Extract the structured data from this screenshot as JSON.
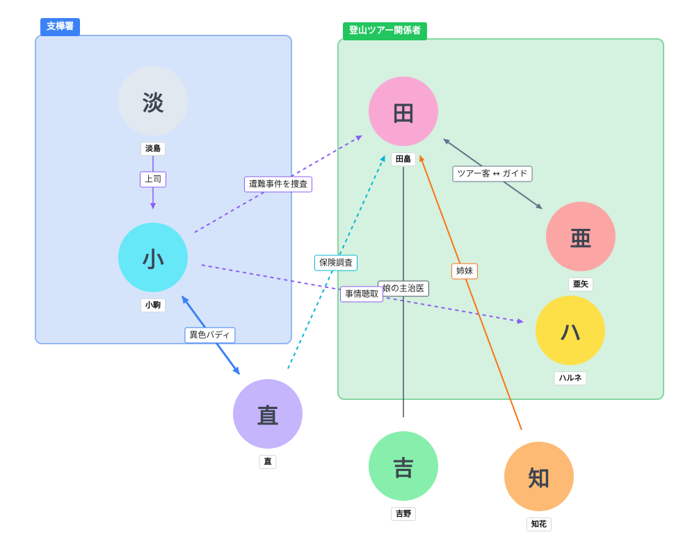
{
  "groups": {
    "police": {
      "title": "支樺署",
      "color": "#3b82f6"
    },
    "tour": {
      "title": "登山ツアー関係者",
      "color": "#22c55e"
    }
  },
  "nodes": {
    "awashima": {
      "initial": "淡",
      "name": "淡島"
    },
    "koma": {
      "initial": "小",
      "name": "小駒"
    },
    "nao": {
      "initial": "直",
      "name": "直"
    },
    "tabata": {
      "initial": "田",
      "name": "田畠"
    },
    "aya": {
      "initial": "亜",
      "name": "亜矢"
    },
    "harune": {
      "initial": "ハ",
      "name": "ハルネ"
    },
    "yoshino": {
      "initial": "吉",
      "name": "吉野"
    },
    "chika": {
      "initial": "知",
      "name": "知花"
    }
  },
  "edges": {
    "boss": "上司",
    "investigate": "遭難事件を捜査",
    "buddy": "異色バディ",
    "insurance": "保険調査",
    "interview": "事情聴取",
    "doctor": "娘の主治医",
    "sisters": "姉妹",
    "guide": "ツアー客 ↔ ガイド"
  },
  "colors": {
    "purple": "#8b5cf6",
    "blue": "#3b82f6",
    "teal": "#06b6d4",
    "orange": "#f97316",
    "gray": "#64748b",
    "dark_gray": "#4b5563"
  }
}
